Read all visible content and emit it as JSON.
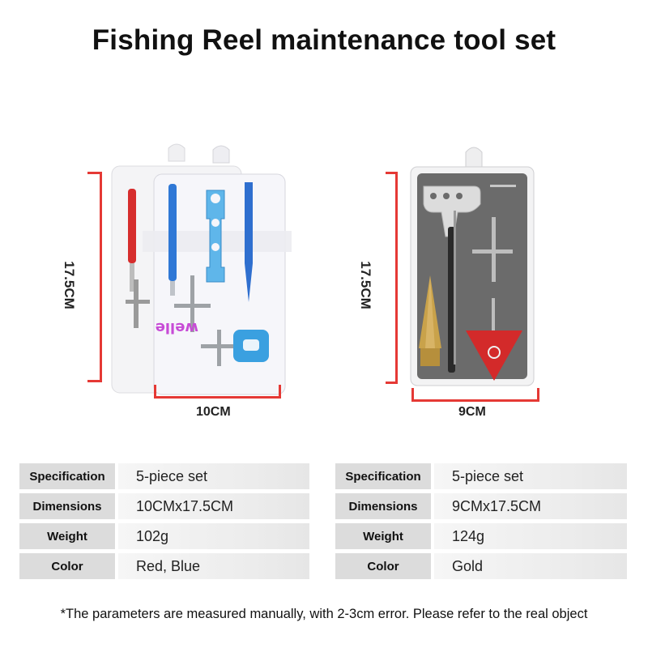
{
  "title": "Fishing Reel maintenance tool set",
  "left_product": {
    "height_label": "17.5CM",
    "width_label": "10CM",
    "brand": "welle",
    "colors": {
      "red": "#d62d2d",
      "blue": "#2f78d6"
    }
  },
  "right_product": {
    "height_label": "17.5CM",
    "width_label": "9CM",
    "colors": {
      "gold": "#c9a24a",
      "red": "#d32a2a"
    }
  },
  "specs": [
    {
      "rows": [
        {
          "key": "Specification",
          "value": "5-piece set"
        },
        {
          "key": "Dimensions",
          "value": "10CMx17.5CM"
        },
        {
          "key": "Weight",
          "value": "102g"
        },
        {
          "key": "Color",
          "value": "Red, Blue"
        }
      ]
    },
    {
      "rows": [
        {
          "key": "Specification",
          "value": "5-piece set"
        },
        {
          "key": "Dimensions",
          "value": "9CMx17.5CM"
        },
        {
          "key": "Weight",
          "value": "124g"
        },
        {
          "key": "Color",
          "value": "Gold"
        }
      ]
    }
  ],
  "footnote": "*The parameters are measured manually, with 2-3cm error. Please refer to the real object"
}
